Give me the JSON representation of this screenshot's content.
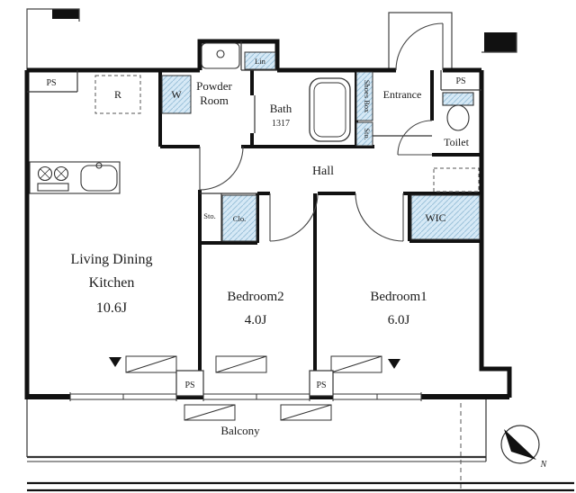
{
  "rooms": {
    "ldk": {
      "line1": "Living Dining",
      "line2": "Kitchen",
      "size": "10.6J"
    },
    "bedroom2": {
      "name": "Bedroom2",
      "size": "4.0J"
    },
    "bedroom1": {
      "name": "Bedroom1",
      "size": "6.0J"
    },
    "hall": {
      "name": "Hall"
    },
    "bath": {
      "name": "Bath",
      "size": "1317"
    },
    "powder": {
      "line1": "Powder",
      "line2": "Room"
    },
    "entrance": {
      "name": "Entrance"
    },
    "toilet": {
      "name": "Toilet"
    },
    "wic": {
      "name": "WIC"
    },
    "balcony": {
      "name": "Balcony"
    }
  },
  "fixtures": {
    "washer": "W",
    "fridge": "R",
    "linen": "Lin",
    "shoes_box": "Shoes Box",
    "entry_storage": "Sto.",
    "hall_storage": "Sto.",
    "closet": "Clo."
  },
  "pipe_spaces": {
    "top_left": "PS",
    "top_right": "PS",
    "bottom_left": "PS",
    "bottom_right": "PS"
  },
  "compass": {
    "north": "N"
  },
  "colors": {
    "wall": "#111111",
    "line": "#333333",
    "fixture_fill": "#d6e9f6",
    "hatch": "#9cc2da",
    "text": "#1c1c1c"
  }
}
